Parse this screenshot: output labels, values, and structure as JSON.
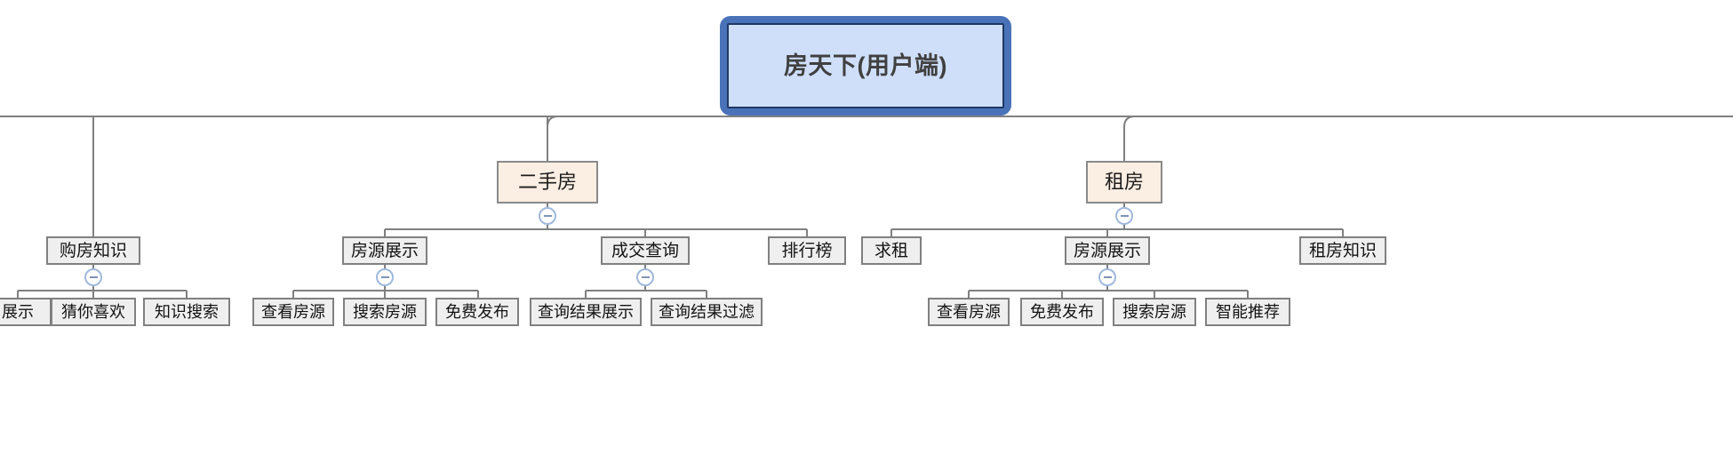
{
  "diagram": {
    "type": "mindmap-tree",
    "title": "房天下(用户端)",
    "background": "#ffffff",
    "colors": {
      "root_fill": "#cfdffa",
      "root_border": "#1f3864",
      "root_halo": "#4a72b8",
      "category_fill": "#fbeee3",
      "category_border": "#8a8a8a",
      "node_fill": "#efefef",
      "node_border": "#808080",
      "connector": "#808080",
      "toggle_border": "#9fb8dd",
      "toggle_bar": "#7f93b5"
    }
  },
  "root": {
    "label": "房天下(用户端)"
  },
  "categories": [
    {
      "label": "二手房"
    },
    {
      "label": "租房"
    }
  ],
  "level3": {
    "buy_knowledge": "购房知识",
    "listing_display_sale": "房源展示",
    "deal_query": "成交查询",
    "ranking": "排行榜",
    "seek_rent": "求租",
    "listing_display_rent": "房源展示",
    "rent_knowledge": "租房知识"
  },
  "level4": {
    "knowledge_group": [
      {
        "label": "展示"
      },
      {
        "label": "猜你喜欢"
      },
      {
        "label": "知识搜索"
      }
    ],
    "listing_sale_group": [
      {
        "label": "查看房源"
      },
      {
        "label": "搜索房源"
      },
      {
        "label": "免费发布"
      }
    ],
    "deal_query_group": [
      {
        "label": "查询结果展示"
      },
      {
        "label": "查询结果过滤"
      }
    ],
    "listing_rent_group": [
      {
        "label": "查看房源"
      },
      {
        "label": "免费发布"
      },
      {
        "label": "搜索房源"
      },
      {
        "label": "智能推荐"
      }
    ]
  },
  "toggles": {
    "icon": "collapse-minus-icon",
    "glyph": "−"
  }
}
